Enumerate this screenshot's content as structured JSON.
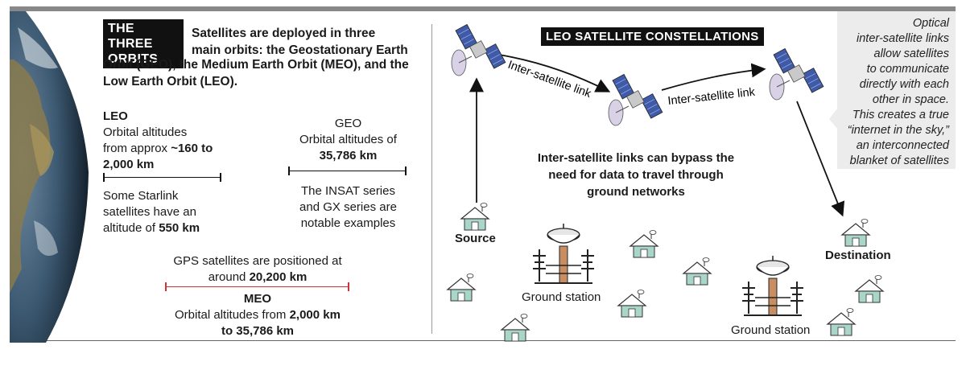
{
  "three_orbits": {
    "title": "THE THREE ORBITS",
    "intro_a": "Satellites are deployed in three",
    "intro_b": "main orbits: the Geostationary Earth",
    "intro_c": "Orbit (GEO), the Medium Earth Orbit (MEO), and the",
    "intro_d": "Low Earth Orbit (LEO)."
  },
  "leo": {
    "title": "LEO",
    "line1": "Orbital altitudes",
    "line2_pre": "from approx ",
    "line2_bold": "~160 to",
    "line3_bold": "2,000 km",
    "note1": "Some Starlink",
    "note2": "satellites have an",
    "note3_pre": "altitude of ",
    "note3_bold": "550 km"
  },
  "geo": {
    "title": "GEO",
    "line1": "Orbital altitudes of",
    "line2_bold": "35,786 km",
    "note1": "The INSAT series",
    "note2": "and GX series are",
    "note3": "notable examples"
  },
  "meo": {
    "gps1": "GPS satellites are positioned at",
    "gps2_pre": "around ",
    "gps2_bold": "20,200 km",
    "title": "MEO",
    "line1_pre": "Orbital altitudes from ",
    "line1_bold": "2,000 km",
    "line2_bold": "to 35,786 km"
  },
  "constellation": {
    "title": "LEO SATELLITE CONSTELLATIONS",
    "link_label_1": "Inter-satellite link",
    "link_label_2": "Inter-satellite link",
    "bypass1": "Inter-satellite links can bypass the",
    "bypass2": "need for data to travel through",
    "bypass3": "ground networks",
    "source": "Source",
    "destination": "Destination",
    "ground_station_1": "Ground station",
    "ground_station_2": "Ground station"
  },
  "note": {
    "l1": "Optical",
    "l2": "inter-satellite links",
    "l3": "allow satellites",
    "l4": "to communicate",
    "l5": "directly with each",
    "l6": "other in space.",
    "l7": "This creates a true",
    "l8": "“internet in the sky,”",
    "l9": "an interconnected",
    "l10": "blanket of satellites"
  },
  "colors": {
    "scale_red": "#d0343a",
    "house_teal": "#a9d6c9",
    "ground_station_pole": "#c98d63",
    "solar_panel": "#3f5aa8"
  },
  "icons": [
    "earth-globe",
    "satellite-icon",
    "house-icon",
    "ground-station-icon"
  ]
}
